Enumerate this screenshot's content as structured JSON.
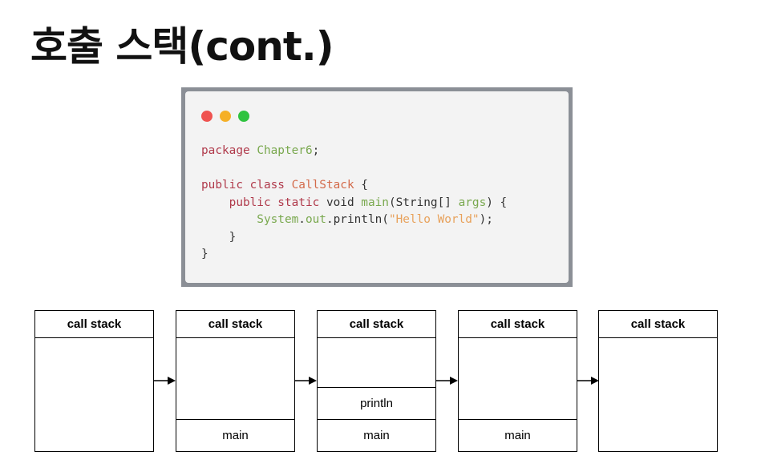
{
  "title": "호출 스택(cont.)",
  "code_window": {
    "dots": [
      "#ef5350",
      "#f5b027",
      "#2fc33f"
    ],
    "lines": [
      [
        {
          "t": "package ",
          "c": "kw"
        },
        {
          "t": "Chapter6",
          "c": "ident"
        },
        {
          "t": ";",
          "c": "plain"
        }
      ],
      [],
      [
        {
          "t": "public class ",
          "c": "kw"
        },
        {
          "t": "CallStack",
          "c": "cls"
        },
        {
          "t": " {",
          "c": "plain"
        }
      ],
      [
        {
          "t": "    public static ",
          "c": "kw"
        },
        {
          "t": "void ",
          "c": "plain"
        },
        {
          "t": "main",
          "c": "ident"
        },
        {
          "t": "(String[] ",
          "c": "plain"
        },
        {
          "t": "args",
          "c": "ident"
        },
        {
          "t": ") {",
          "c": "plain"
        }
      ],
      [
        {
          "t": "        System",
          "c": "ident"
        },
        {
          "t": ".",
          "c": "plain"
        },
        {
          "t": "out",
          "c": "ident"
        },
        {
          "t": ".println(",
          "c": "plain"
        },
        {
          "t": "\"Hello World\"",
          "c": "str"
        },
        {
          "t": ");",
          "c": "plain"
        }
      ],
      [
        {
          "t": "    }",
          "c": "plain"
        }
      ],
      [
        {
          "t": "}",
          "c": "plain"
        }
      ]
    ]
  },
  "stacks": [
    {
      "header": "call stack",
      "frames": []
    },
    {
      "header": "call stack",
      "frames": [
        "main"
      ]
    },
    {
      "header": "call stack",
      "frames": [
        "main",
        "println"
      ]
    },
    {
      "header": "call stack",
      "frames": [
        "main"
      ]
    },
    {
      "header": "call stack",
      "frames": []
    }
  ]
}
